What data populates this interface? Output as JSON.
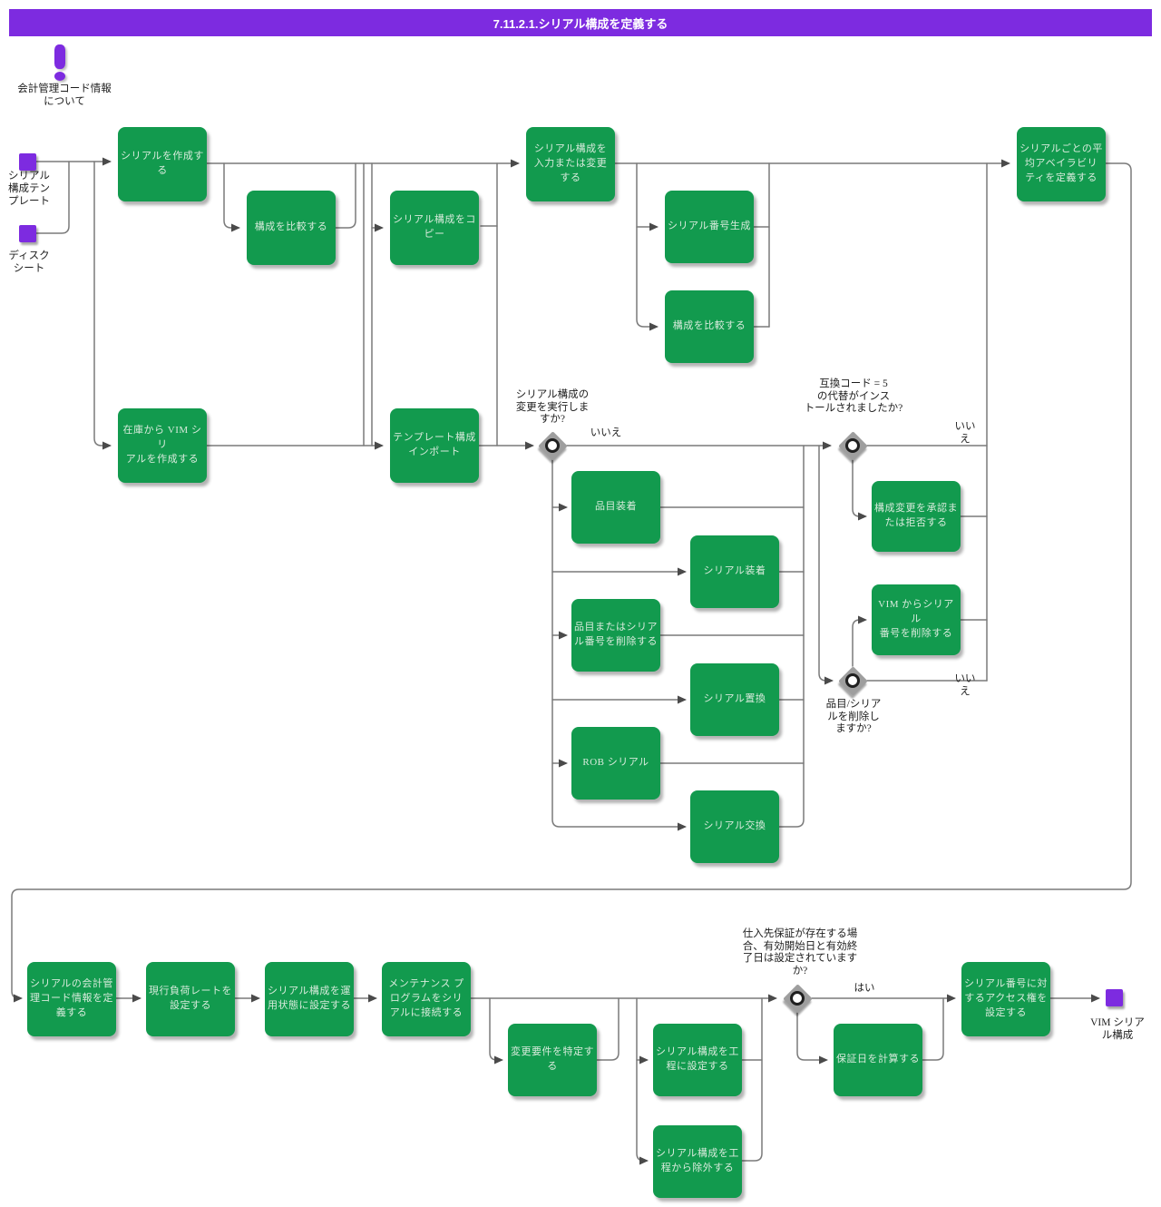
{
  "title": "7.11.2.1.シリアル構成を定義する",
  "note": {
    "label": "会計管理コード情報\nについて"
  },
  "colors": {
    "accent_purple": "#7D2BE0",
    "process_green": "#129A4E",
    "line_gray": "#7A7A7A",
    "diamond_gray": "#9E9E9E"
  },
  "start_nodes": {
    "serial_config_template": "シリアル\n構成テン\nプレート",
    "disk_sheet": "ディスク\nシート"
  },
  "end_nodes": {
    "vim_serial_config": "VIM シリア\nル構成"
  },
  "processes": {
    "create_serial": "シリアルを作成す\nる",
    "compare_config_top": "構成を比較する",
    "copy_serial_config": "シリアル構成をコ\nピー",
    "enter_or_change_config": "シリアル構成を\n入力または変更\nする",
    "generate_serial_number": "シリアル番号生成",
    "compare_config_mid": "構成を比較する",
    "define_avg_availability": "シリアルごとの平\n均アベイラビリ\nティを定義する",
    "create_vim_serial_from_stock": "在庫から VIM シリ\nアルを作成する",
    "import_template_config": "テンプレート構成\nインポート",
    "item_attach": "品目装着",
    "serial_attach": "シリアル装着",
    "remove_item_or_serial": "品目またはシリア\nル番号を削除する",
    "serial_replace": "シリアル置換",
    "rob_serial": "ROB シリアル",
    "serial_exchange": "シリアル交換",
    "approve_or_reject_change": "構成変更を承認ま\nたは拒否する",
    "delete_serial_from_vim": "VIM からシリアル\n番号を削除する",
    "define_serial_accounting": "シリアルの会計管\n理コード情報を定\n義する",
    "set_current_load_rate": "現行負荷レートを\n設定する",
    "set_config_operational": "シリアル構成を運\n用状態に設定する",
    "connect_maintenance_program": "メンテナンス プ\nログラムをシリ\nアルに接続する",
    "identify_change_requirements": "変更要件を特定す\nる",
    "set_config_to_process": "シリアル構成を工\n程に設定する",
    "exclude_config_from_process": "シリアル構成を工\n程から除外する",
    "calculate_warranty_dates": "保証日を計算する",
    "set_serial_access_rights": "シリアル番号に対\nするアクセス権を\n設定する"
  },
  "decisions": {
    "execute_change": {
      "question": "シリアル構成の\n変更を実行しま\nすか?",
      "no_label": "いいえ"
    },
    "substitute_installed": {
      "question": "互換コード = 5\nの代替がインス\nトールされましたか?",
      "no_label": "いい\nえ"
    },
    "delete_item_serial": {
      "question": "品目/シリア\nルを削除し\nますか?",
      "no_label": "いい\nえ"
    },
    "warranty_dates_set": {
      "question": "仕入先保証が存在する場\n合、有効開始日と有効終\n了日は設定されています\nか?",
      "yes_label": "はい"
    }
  }
}
